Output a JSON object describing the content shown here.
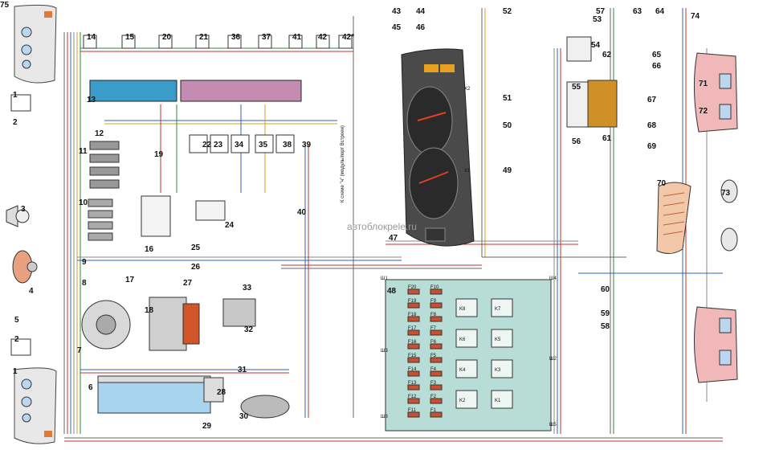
{
  "diagram": {
    "watermark": "автоблокрele.ru",
    "note_vertical": "К схеме \"ч\" (модуль/порт Встроен)",
    "component_numbers": [
      "1",
      "2",
      "3",
      "4",
      "5",
      "2",
      "7",
      "1",
      "6",
      "8",
      "9",
      "10",
      "11",
      "12",
      "13",
      "14",
      "15",
      "20",
      "21",
      "36",
      "37",
      "41",
      "42",
      "42*",
      "16",
      "17",
      "18",
      "19",
      "22",
      "23",
      "34",
      "35",
      "38",
      "39",
      "24",
      "25",
      "26",
      "27",
      "28",
      "29",
      "30",
      "31",
      "32",
      "33",
      "40",
      "43",
      "44",
      "45",
      "46",
      "47",
      "48",
      "49",
      "50",
      "51",
      "52",
      "53",
      "54",
      "55",
      "56",
      "57",
      "58",
      "59",
      "60",
      "61",
      "62",
      "63",
      "64",
      "65",
      "66",
      "67",
      "68",
      "69",
      "70",
      "71",
      "72",
      "73",
      "74",
      "75"
    ],
    "connectors": [
      "X2",
      "X1",
      "Ш4",
      "Ш1",
      "Ш2",
      "Ш3",
      "Ш8",
      "Ш5"
    ],
    "fuses": [
      "F20",
      "F19",
      "F18",
      "F17",
      "F16",
      "F15",
      "F14",
      "F13",
      "F12",
      "F11",
      "F10",
      "F9",
      "F8",
      "F7",
      "F6",
      "F5",
      "F4",
      "F3",
      "F2",
      "F1"
    ],
    "relays": [
      "K8",
      "K7",
      "K6",
      "K5",
      "K4",
      "K3",
      "K2",
      "K1"
    ]
  }
}
